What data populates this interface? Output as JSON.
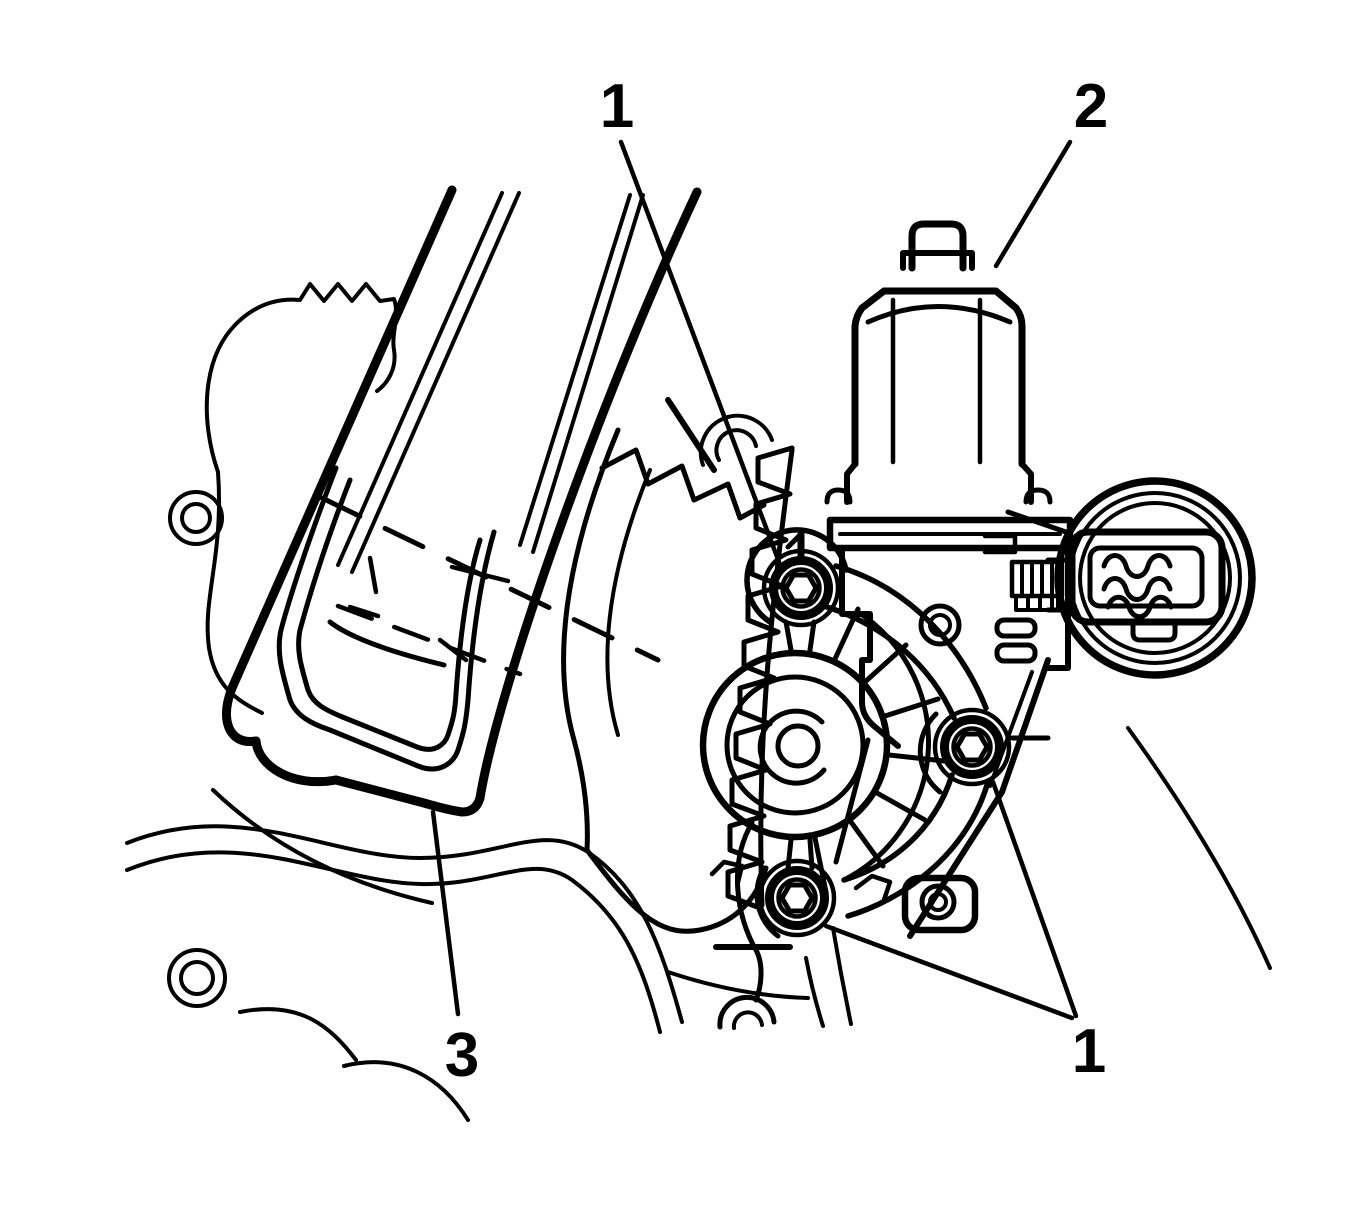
{
  "figure": {
    "background_color": "#ffffff",
    "line_color": "#000000",
    "description": "Exploded service illustration of a power window regulator motor mounted to a door panel",
    "callouts": [
      {
        "label": "1",
        "refers_to": "mounting-bolt-top"
      },
      {
        "label": "2",
        "refers_to": "window-motor"
      },
      {
        "label": "3",
        "refers_to": "window-guide-rail"
      },
      {
        "label": "1",
        "refers_to": "mounting-bolts-lower"
      }
    ]
  }
}
